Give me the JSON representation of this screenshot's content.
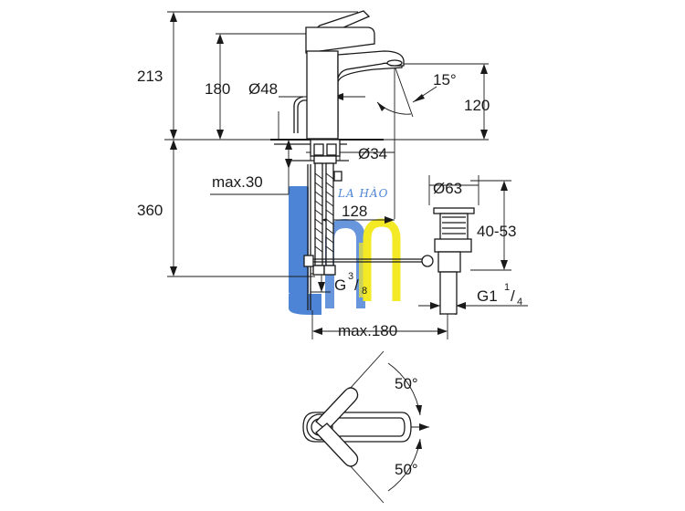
{
  "dimensions": {
    "total_height": "213",
    "spout_height": "180",
    "body_diameter": "Ø48",
    "spout_angle": "15°",
    "spout_reach_height": "120",
    "hole_diameter": "Ø34",
    "max_thickness": "max.30",
    "hose_length": "360",
    "spout_reach": "128",
    "waste_diameter": "Ø63",
    "waste_range": "40-53",
    "inlet_thread_base": "G",
    "inlet_thread_num": "3",
    "inlet_thread_den": "8",
    "waste_thread_base": "G1",
    "waste_thread_num": "1",
    "waste_thread_den": "4",
    "max_width": "max.180",
    "lever_angle_top": "50°",
    "lever_angle_bottom": "50°"
  },
  "watermark": {
    "text": "LA HÀO",
    "colors": {
      "blue": "#2e6fd0",
      "yellow": "#f2e600"
    }
  }
}
